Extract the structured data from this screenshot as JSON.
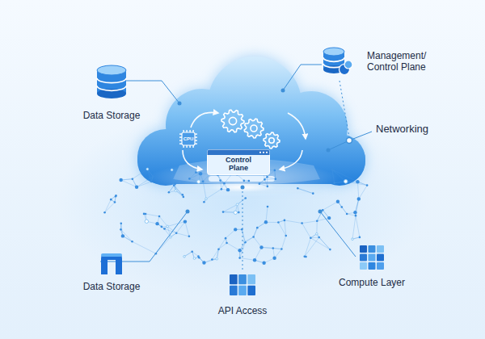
{
  "diagram": {
    "nodes": [
      {
        "text": [
          "Management/ Control Plane"
        ]
      },
      {
        "text": [
          "Data Storage"
        ]
      },
      {
        "text": [
          "CPU"
        ]
      },
      {
        "text": [
          "Control Plane"
        ]
      },
      {
        "text": [
          "Data Storage"
        ]
      },
      {
        "text": [
          "Compute Layer"
        ]
      },
      {
        "text": [
          "API Access"
        ]
      }
    ],
    "labels": [
      "Networking"
    ]
  }
}
